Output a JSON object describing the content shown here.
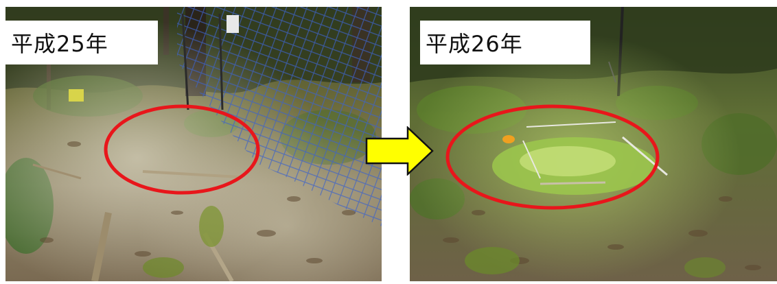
{
  "panels": [
    {
      "caption": "平成25年"
    },
    {
      "caption": "平成26年"
    }
  ],
  "colors": {
    "highlight_ellipse": "#e8161b",
    "arrow_fill": "#ffff00",
    "arrow_outline": "#111111",
    "caption_background": "#ffffff"
  },
  "icons": {
    "transition": "right-arrow-icon",
    "highlight": "red-ellipse-outline"
  }
}
